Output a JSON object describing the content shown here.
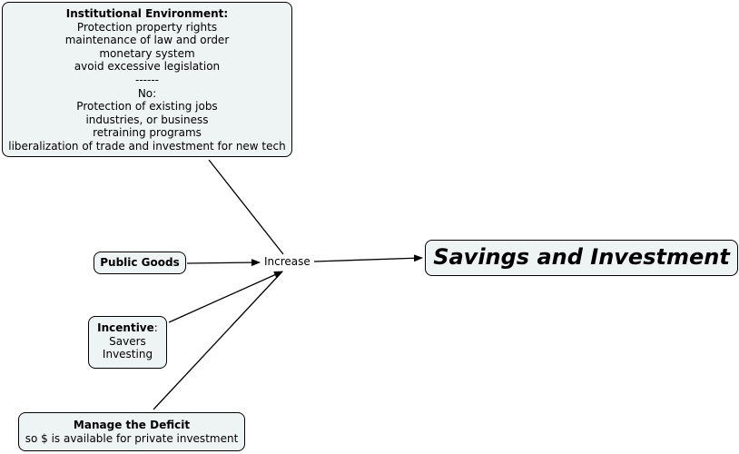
{
  "nodes": {
    "institutional": {
      "title": "Institutional Environment:",
      "lines": [
        "Protection property rights",
        "maintenance of law and order",
        "monetary system",
        "avoid excessive legislation",
        "------",
        "No:",
        "Protection of existing jobs",
        "industries, or business",
        "retraining programs",
        "liberalization of trade and investment for new tech"
      ]
    },
    "public_goods": {
      "title": "Public Goods"
    },
    "incentive": {
      "title": "Incentive",
      "suffix": ":",
      "lines": [
        "Savers",
        "Investing"
      ]
    },
    "deficit": {
      "title": "Manage the Deficit",
      "subtitle": "so $ is available for private investment"
    },
    "increase": {
      "label": "Increase"
    },
    "savings": {
      "title": "Savings and Investment"
    }
  },
  "colors": {
    "node_fill": "#eef3f3",
    "node_border": "#000000",
    "line": "#000000"
  }
}
